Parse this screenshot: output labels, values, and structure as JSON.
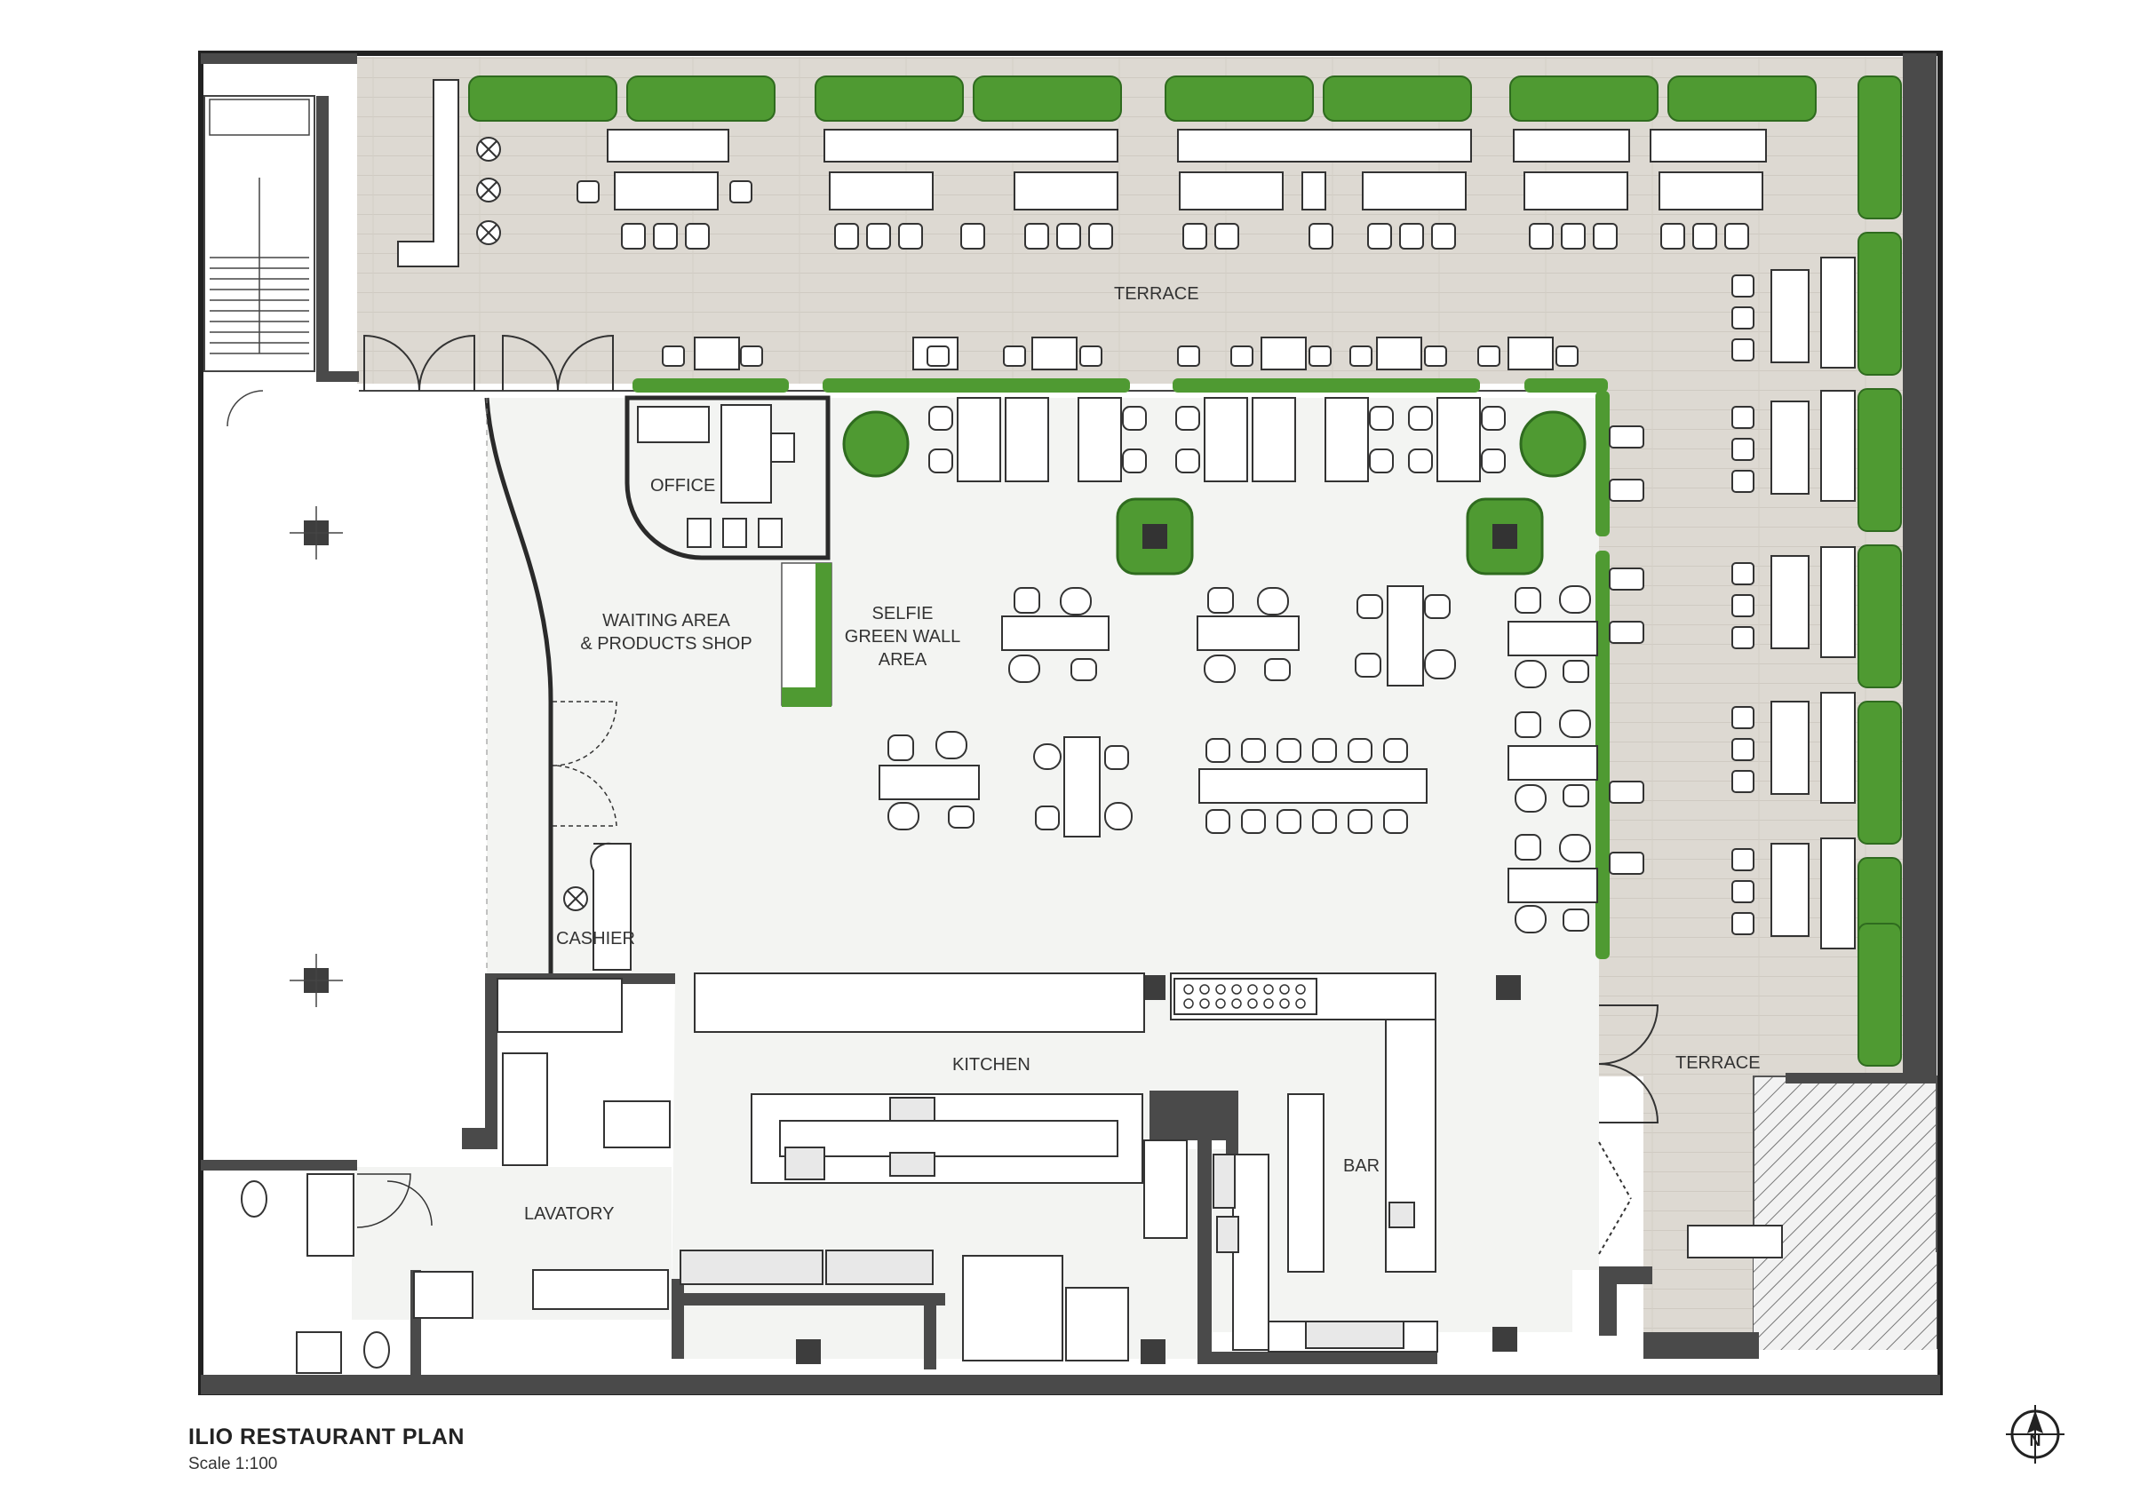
{
  "plan": {
    "title": "ILIO RESTAURANT PLAN",
    "scale": "Scale 1:100",
    "compass_letter": "N"
  },
  "rooms": {
    "terrace_north": "TERRACE",
    "terrace_east": "TERRACE",
    "office": "OFFICE",
    "waiting_line1": "WAITING AREA",
    "waiting_line2": "& PRODUCTS SHOP",
    "selfie_line1": "SELFIE",
    "selfie_line2": "GREEN WALL",
    "selfie_line3": "AREA",
    "cashier": "CASHIER",
    "kitchen": "KITCHEN",
    "bar": "BAR",
    "lavatory": "LAVATORY"
  },
  "colors": {
    "wall": "#4a4a4a",
    "terrace_floor": "#ddd9d2",
    "interior_floor": "#f3f4f2",
    "greenery": "#4f9a32",
    "greenery_dark": "#2f6b1f",
    "furniture_stroke": "#333333"
  }
}
